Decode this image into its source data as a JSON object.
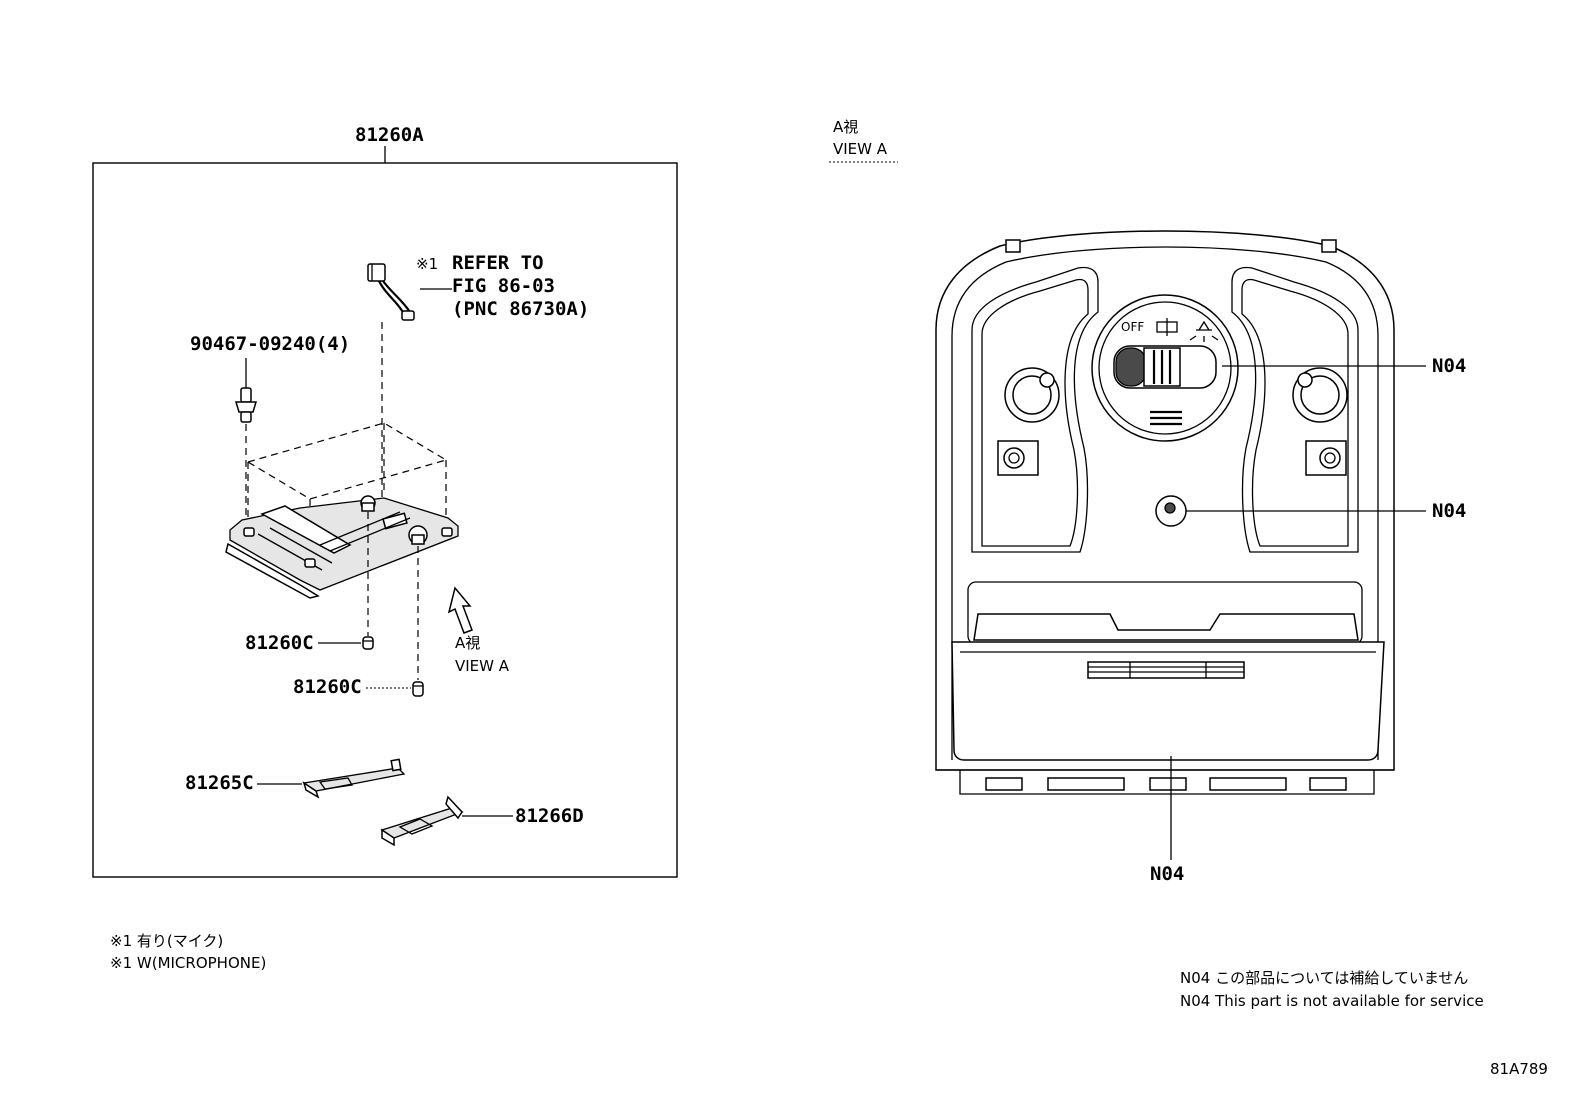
{
  "left_panel": {
    "assembly_part": "81260A",
    "wire_note_marker": "※1",
    "wire_note_lines": [
      "REFER TO",
      "FIG 86-03",
      "(PNC 86730A)"
    ],
    "screw_part": "90467-09240(4)",
    "cover_part_1": "81260C",
    "cover_part_2": "81260C",
    "bracket_part_left": "81265C",
    "bracket_part_right": "81266D",
    "view_arrow_label_jp": "A視",
    "view_arrow_label_en": "VIEW A"
  },
  "right_panel": {
    "view_title_jp": "A視",
    "view_title_en": "VIEW A",
    "switch_labels": [
      "OFF"
    ],
    "callouts": [
      "N04",
      "N04",
      "N04"
    ]
  },
  "footnotes": {
    "lines": [
      "※1 有り(マイク)",
      "※1 W(MICROPHONE)"
    ]
  },
  "notes": {
    "lines": [
      "N04 この部品については補給していません",
      "N04 This part is not available for service"
    ]
  },
  "figure_id": "81A789"
}
